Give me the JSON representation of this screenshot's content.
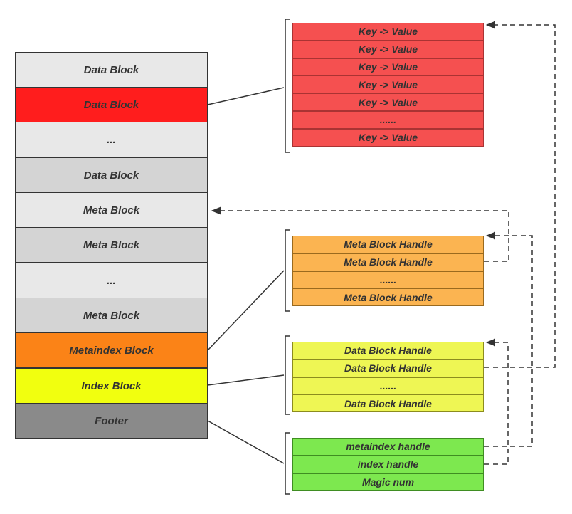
{
  "sstable": {
    "blocks": [
      {
        "label": "Data Block",
        "color": "#e8e8e8"
      },
      {
        "label": "Data Block",
        "color": "#ff1d1d"
      },
      {
        "label": "...",
        "color": "#e8e8e8"
      },
      {
        "label": "Data Block",
        "color": "#d4d4d4"
      },
      {
        "label": "Meta Block",
        "color": "#e8e8e8"
      },
      {
        "label": "Meta Block",
        "color": "#d4d4d4"
      },
      {
        "label": "...",
        "color": "#e8e8e8"
      },
      {
        "label": "Meta Block",
        "color": "#d4d4d4"
      },
      {
        "label": "Metaindex Block",
        "color": "#fb8317"
      },
      {
        "label": "Index Block",
        "color": "#f1ff0f"
      },
      {
        "label": "Footer",
        "color": "#8a8a8a"
      }
    ]
  },
  "data_block_detail": {
    "rows": [
      "Key -> Value",
      "Key -> Value",
      "Key -> Value",
      "Key -> Value",
      "Key -> Value",
      "......",
      "Key -> Value"
    ],
    "color": "#f55050"
  },
  "metaindex_detail": {
    "rows": [
      "Meta Block Handle",
      "Meta Block  Handle",
      "......",
      "Meta Block  Handle"
    ],
    "color": "#fbb451"
  },
  "index_detail": {
    "rows": [
      "Data Block Handle",
      "Data Block Handle",
      "......",
      "Data Block Handle"
    ],
    "color": "#eef654"
  },
  "footer_detail": {
    "rows": [
      "metaindex handle",
      "index handle",
      "Magic num"
    ],
    "color": "#7de84f"
  }
}
